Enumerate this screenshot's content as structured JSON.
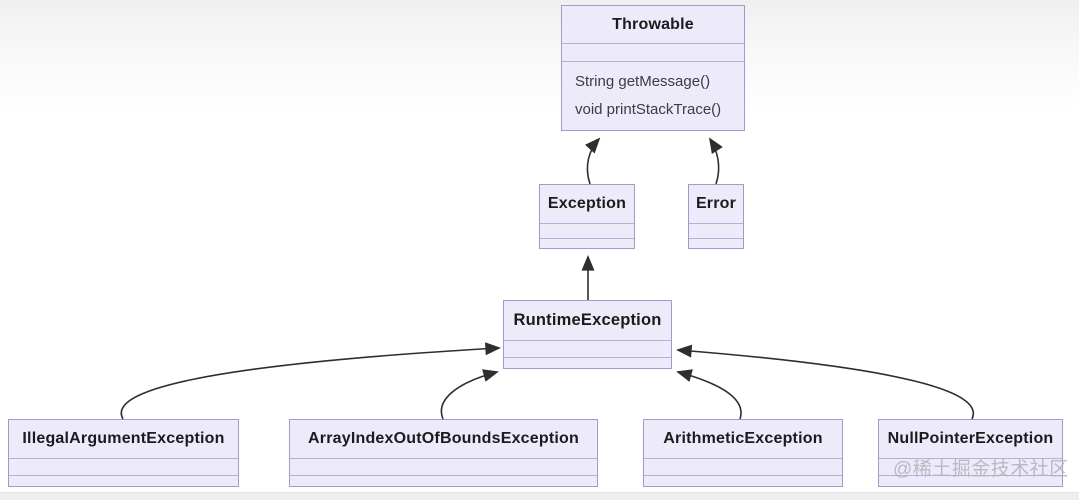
{
  "diagram": {
    "watermark": "@稀土掘金技术社区",
    "classes": {
      "throwable": {
        "name": "Throwable",
        "methods": [
          "String getMessage()",
          "void printStackTrace()"
        ]
      },
      "exception": {
        "name": "Exception"
      },
      "error": {
        "name": "Error"
      },
      "runtime_exception": {
        "name": "RuntimeException"
      },
      "illegal_argument": {
        "name": "IllegalArgumentException"
      },
      "array_index": {
        "name": "ArrayIndexOutOfBoundsException"
      },
      "arithmetic": {
        "name": "ArithmeticException"
      },
      "null_pointer": {
        "name": "NullPointerException"
      }
    },
    "relations": [
      {
        "from": "Exception",
        "to": "Throwable",
        "type": "inheritance"
      },
      {
        "from": "Error",
        "to": "Throwable",
        "type": "inheritance"
      },
      {
        "from": "RuntimeException",
        "to": "Exception",
        "type": "inheritance"
      },
      {
        "from": "IllegalArgumentException",
        "to": "RuntimeException",
        "type": "inheritance"
      },
      {
        "from": "ArrayIndexOutOfBoundsException",
        "to": "RuntimeException",
        "type": "inheritance"
      },
      {
        "from": "ArithmeticException",
        "to": "RuntimeException",
        "type": "inheritance"
      },
      {
        "from": "NullPointerException",
        "to": "RuntimeException",
        "type": "inheritance"
      }
    ],
    "colors": {
      "box_fill": "#edebf9",
      "box_border": "#a29ac9",
      "divider": "#b6afd6",
      "arrow": "#2e2e2e",
      "title_text": "#1b1b1d",
      "method_text": "#3c3c40",
      "watermark_text": "#b4b4bd"
    }
  }
}
